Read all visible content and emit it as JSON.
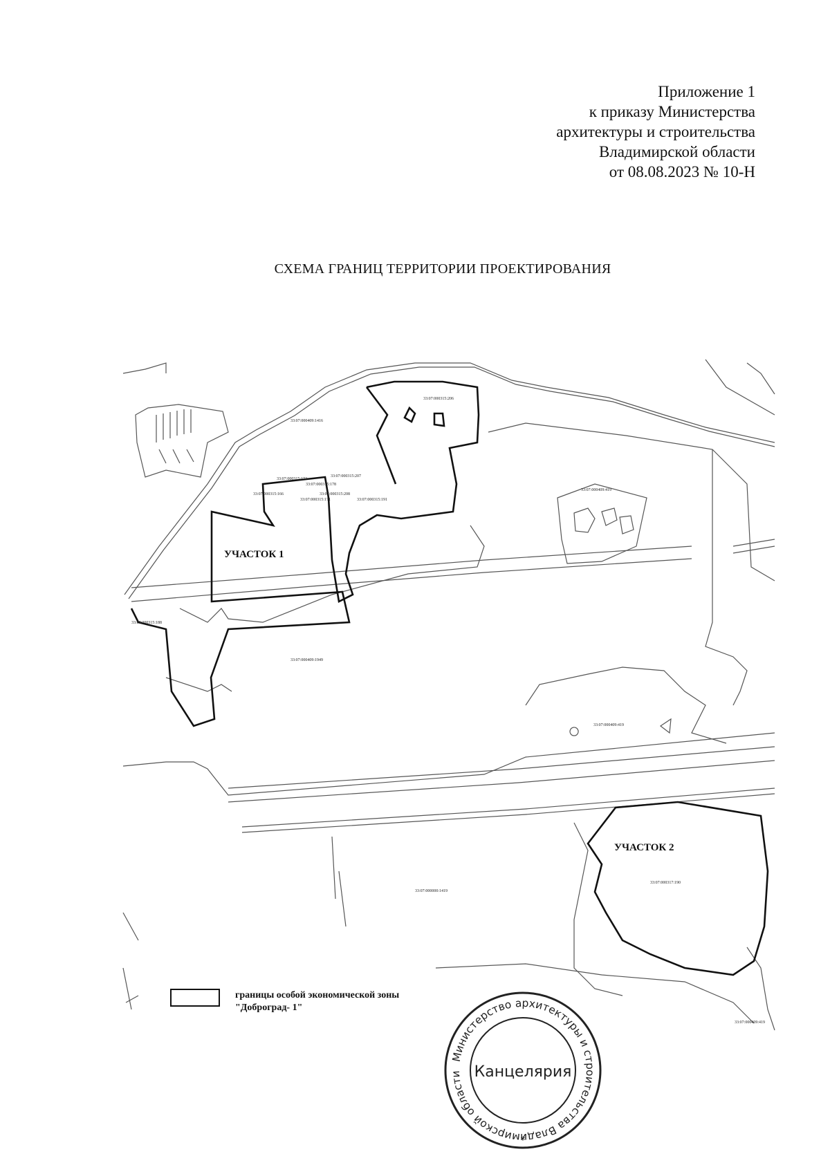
{
  "header": {
    "line1": "Приложение 1",
    "line2": "к приказу Министерства",
    "line3": "архитектуры и строительства",
    "line4": "Владимирской области",
    "line5": "от 08.08.2023 № 10-Н"
  },
  "title": "СХЕМА ГРАНИЦ ТЕРРИТОРИИ ПРОЕКТИРОВАНИЯ",
  "map": {
    "site1_label": "УЧАСТОК 1",
    "site2_label": "УЧАСТОК 2",
    "parcels": {
      "p206": "33:07:000315:206",
      "p172": "33:07:000315:172",
      "p207": "33:07:000315:207",
      "p178": "33:07:000315:178",
      "p208": "33:07:000315:208",
      "p166": "33:07:000315:166",
      "p171": "33:07:000315:171",
      "p191": "33:07:000315:191",
      "p188": "33:07:000315:188",
      "p1949": "33:07:000409:1949",
      "p1416": "33:07:000409:1416",
      "p419": "33:07:000409:419",
      "p190": "33:07:000317:190",
      "p1419": "33:07:000000:1419"
    }
  },
  "legend": {
    "line1": "границы особой экономической зоны",
    "line2": "\"Доброград- 1\""
  },
  "stamp": {
    "ring_text": "Министерство архитектуры и строительства Владимирской области",
    "center_text": "Канцелярия",
    "star": "*"
  },
  "colors": {
    "ink": "#111111",
    "paper": "#ffffff",
    "thin_line": "#555555"
  }
}
